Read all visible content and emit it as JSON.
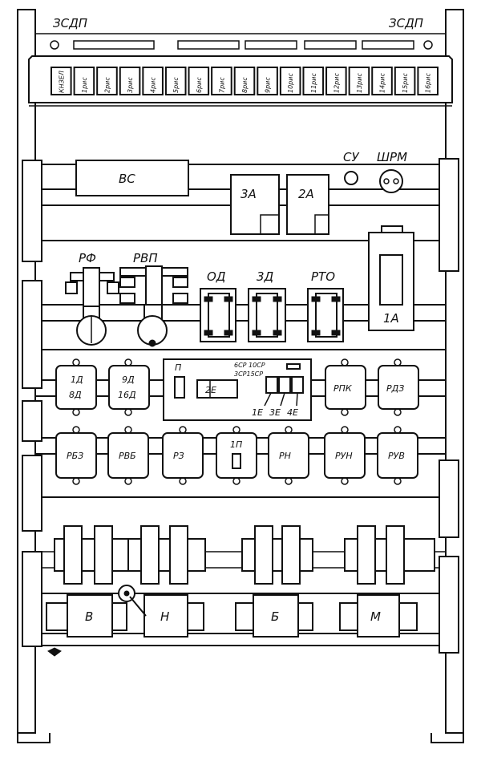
{
  "top_label_left": "ЗСДП",
  "top_label_right": "ЗСДП",
  "terminal_labels": [
    "КНЗЕЛ",
    "1рис",
    "2рис",
    "3рис",
    "4рис",
    "5рис",
    "6рис",
    "7рис",
    "8рис",
    "9рис",
    "10рис",
    "11рис",
    "12рис",
    "13рис",
    "14рис",
    "15рис",
    "16рис"
  ],
  "row1": {
    "bc": "ВС",
    "a3": "3А",
    "a2": "2А",
    "su": "СУ",
    "shrm": "ШРМ"
  },
  "row2": {
    "rf": "РФ",
    "rvp": "РВП",
    "od": "ОД",
    "zd": "3Д",
    "rto": "РТО",
    "a1": "1А"
  },
  "row3": {
    "r1d": "1Д",
    "r8d": "8Д",
    "r9d": "9Д",
    "r16d": "16Д",
    "panel_p": "П",
    "panel_2e": "2Е",
    "panel_top1": "6СР 10СР",
    "panel_top2": "3СР15СР",
    "panel_1e": "1Е",
    "panel_3e": "3Е",
    "panel_4e": "4Е",
    "rpk": "РПК",
    "rdz": "РДЗ"
  },
  "row4": [
    "РБЗ",
    "РВБ",
    "РЗ",
    "1П",
    "РН",
    "РУН",
    "РУВ"
  ],
  "row5": {
    "v": "В",
    "n": "Н",
    "b": "Б",
    "m": "М"
  }
}
